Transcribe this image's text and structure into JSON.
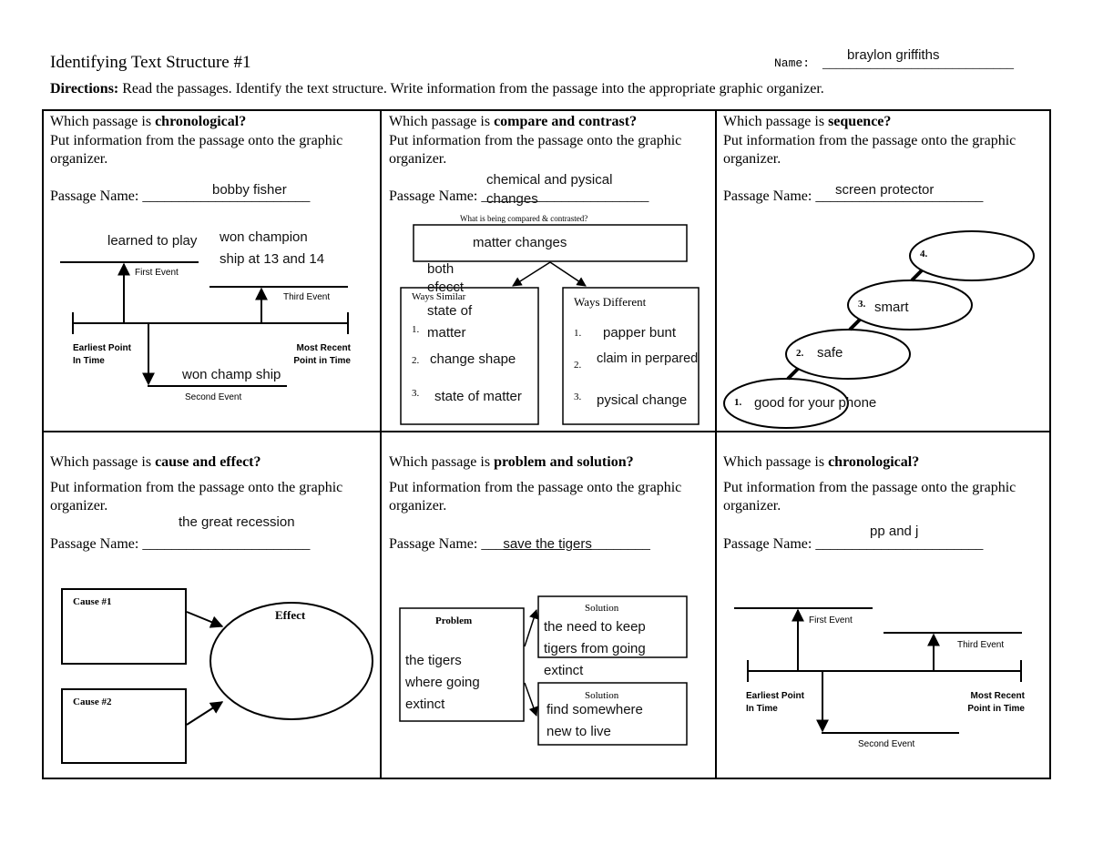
{
  "header": {
    "title": "Identifying Text Structure #1",
    "name_label": "Name:",
    "name_blank": "____________________________",
    "name_value": "braylon griffiths",
    "directions_label": "Directions:",
    "directions_text": " Read the passages.  Identify the text structure.  Write information from the passage into the appropriate graphic organizer."
  },
  "common": {
    "put_info": "Put information from the passage onto the graphic organizer.",
    "which_passage": "Which passage is ",
    "passage_name_label": "Passage Name:",
    "blank_line": "_______________________",
    "blank_line_short": "___",
    "blank_line_tail": "________"
  },
  "cells": {
    "c1": {
      "structure": "chronological?",
      "passage_name": "bobby fisher",
      "first_event_label": "First Event",
      "second_event_label": "Second Event",
      "third_event_label": "Third Event",
      "earliest_line1": "Earliest Point",
      "earliest_line2": "In Time",
      "recent_line1": "Most Recent",
      "recent_line2": "Point in Time",
      "first_event_answer": "learned to play",
      "second_event_answer": "won champ ship",
      "third_event_answer_line1": "won champion",
      "third_event_answer_line2": "ship at 13 and 14"
    },
    "c2": {
      "structure": "compare and contrast?",
      "passage_name_line1": "chemical and pysical",
      "passage_name_line2": "changes",
      "compared_label": "What is being compared & contrasted?",
      "compared_answer": "matter changes",
      "similar_label": "Ways Similar",
      "different_label": "Ways Different",
      "overlap_note_line1": "both",
      "overlap_note_line2": "efecct",
      "similar_items": [
        "state of",
        "matter",
        "change shape",
        "state of matter"
      ],
      "different_items": [
        "papper bunt",
        "claim in perpared",
        "pysical change"
      ],
      "num1": "1.",
      "num2": "2.",
      "num3": "3."
    },
    "c3": {
      "structure": "sequence?",
      "passage_name": "screen protector",
      "steps": [
        {
          "num": "1.",
          "text": "good for your phone"
        },
        {
          "num": "2.",
          "text": "safe"
        },
        {
          "num": "3.",
          "text": "smart"
        },
        {
          "num": "4.",
          "text": ""
        }
      ]
    },
    "c4": {
      "structure": "cause and effect?",
      "passage_name": "the great recession",
      "cause1_label": "Cause #1",
      "cause2_label": "Cause #2",
      "effect_label": "Effect"
    },
    "c5": {
      "structure": "problem and solution?",
      "passage_name": "save the tigers",
      "problem_label": "Problem",
      "solution_label": "Solution",
      "problem_answer": [
        "the tigers",
        "where going",
        "extinct"
      ],
      "solution1_answer": [
        "the need to keep",
        "tigers from going",
        "extinct"
      ],
      "solution2_answer": [
        "find somewhere",
        "new to live"
      ]
    },
    "c6": {
      "structure": "chronological?",
      "passage_name": "pp and j",
      "first_event_label": "First Event",
      "second_event_label": "Second Event",
      "third_event_label": "Third Event",
      "earliest_line1": "Earliest Point",
      "earliest_line2": "In Time",
      "recent_line1": "Most Recent",
      "recent_line2": "Point in Time"
    }
  }
}
